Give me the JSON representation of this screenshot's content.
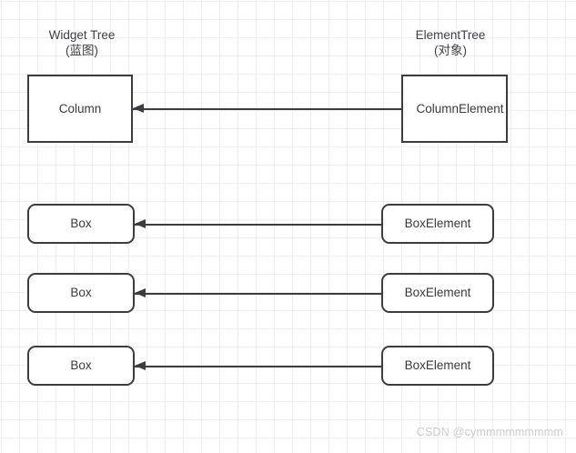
{
  "diagram": {
    "columns": [
      {
        "name": "widget-tree",
        "title_line1": "Widget Tree",
        "title_line2": "(蓝图)"
      },
      {
        "name": "element-tree",
        "title_line1": "ElementTree",
        "title_line2": "(对象)"
      }
    ],
    "nodes": [
      {
        "id": "column-widget",
        "label": "Column",
        "shape": "rectangle",
        "side": "left"
      },
      {
        "id": "column-element",
        "label": "ColumnElement",
        "shape": "rectangle",
        "side": "right"
      },
      {
        "id": "box-widget-1",
        "label": "Box",
        "shape": "rounded-rectangle",
        "side": "left"
      },
      {
        "id": "box-element-1",
        "label": "BoxElement",
        "shape": "rounded-rectangle",
        "side": "right"
      },
      {
        "id": "box-widget-2",
        "label": "Box",
        "shape": "rounded-rectangle",
        "side": "left"
      },
      {
        "id": "box-element-2",
        "label": "BoxElement",
        "shape": "rounded-rectangle",
        "side": "right"
      },
      {
        "id": "box-widget-3",
        "label": "Box",
        "shape": "rounded-rectangle",
        "side": "left"
      },
      {
        "id": "box-element-3",
        "label": "BoxElement",
        "shape": "rounded-rectangle",
        "side": "right"
      }
    ],
    "edges": [
      {
        "id": "edge-1",
        "from": "column-element",
        "to": "column-widget",
        "direction": "left",
        "arrow": true
      },
      {
        "id": "edge-2",
        "from": "box-element-1",
        "to": "box-widget-1",
        "direction": "left",
        "arrow": true
      },
      {
        "id": "edge-3",
        "from": "box-element-2",
        "to": "box-widget-2",
        "direction": "left",
        "arrow": true
      },
      {
        "id": "edge-4",
        "from": "box-element-3",
        "to": "box-widget-3",
        "direction": "left",
        "arrow": true
      }
    ],
    "colors": {
      "stroke": "#3c3c41",
      "text": "#3a3a3f",
      "node_fill": "#ffffff",
      "canvas": "#ffffff",
      "grid_minor": "#efefef",
      "grid_major": "#e4e4e4",
      "watermark": "#c9ccd1"
    }
  },
  "watermark": {
    "text": "CSDN @cymmmmmmmmm"
  }
}
